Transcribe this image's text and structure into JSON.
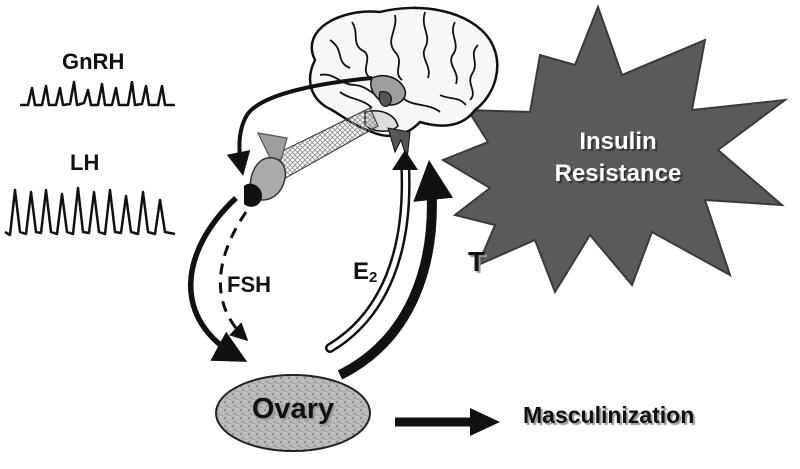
{
  "labels": {
    "gnrh": "GnRH",
    "lh": "LH",
    "fsh": "FSH",
    "e2_main": "E",
    "e2_sub": "2",
    "t": "T",
    "insulin_line1": "Insulin",
    "insulin_line2": "Resistance",
    "ovary": "Ovary",
    "masculinization": "Masculinization"
  },
  "colors": {
    "starburst": "#5a5a5a",
    "ovary_fill": "#b5b5b5",
    "arrow": "#111111",
    "pituitary": "#9e9e9e"
  }
}
